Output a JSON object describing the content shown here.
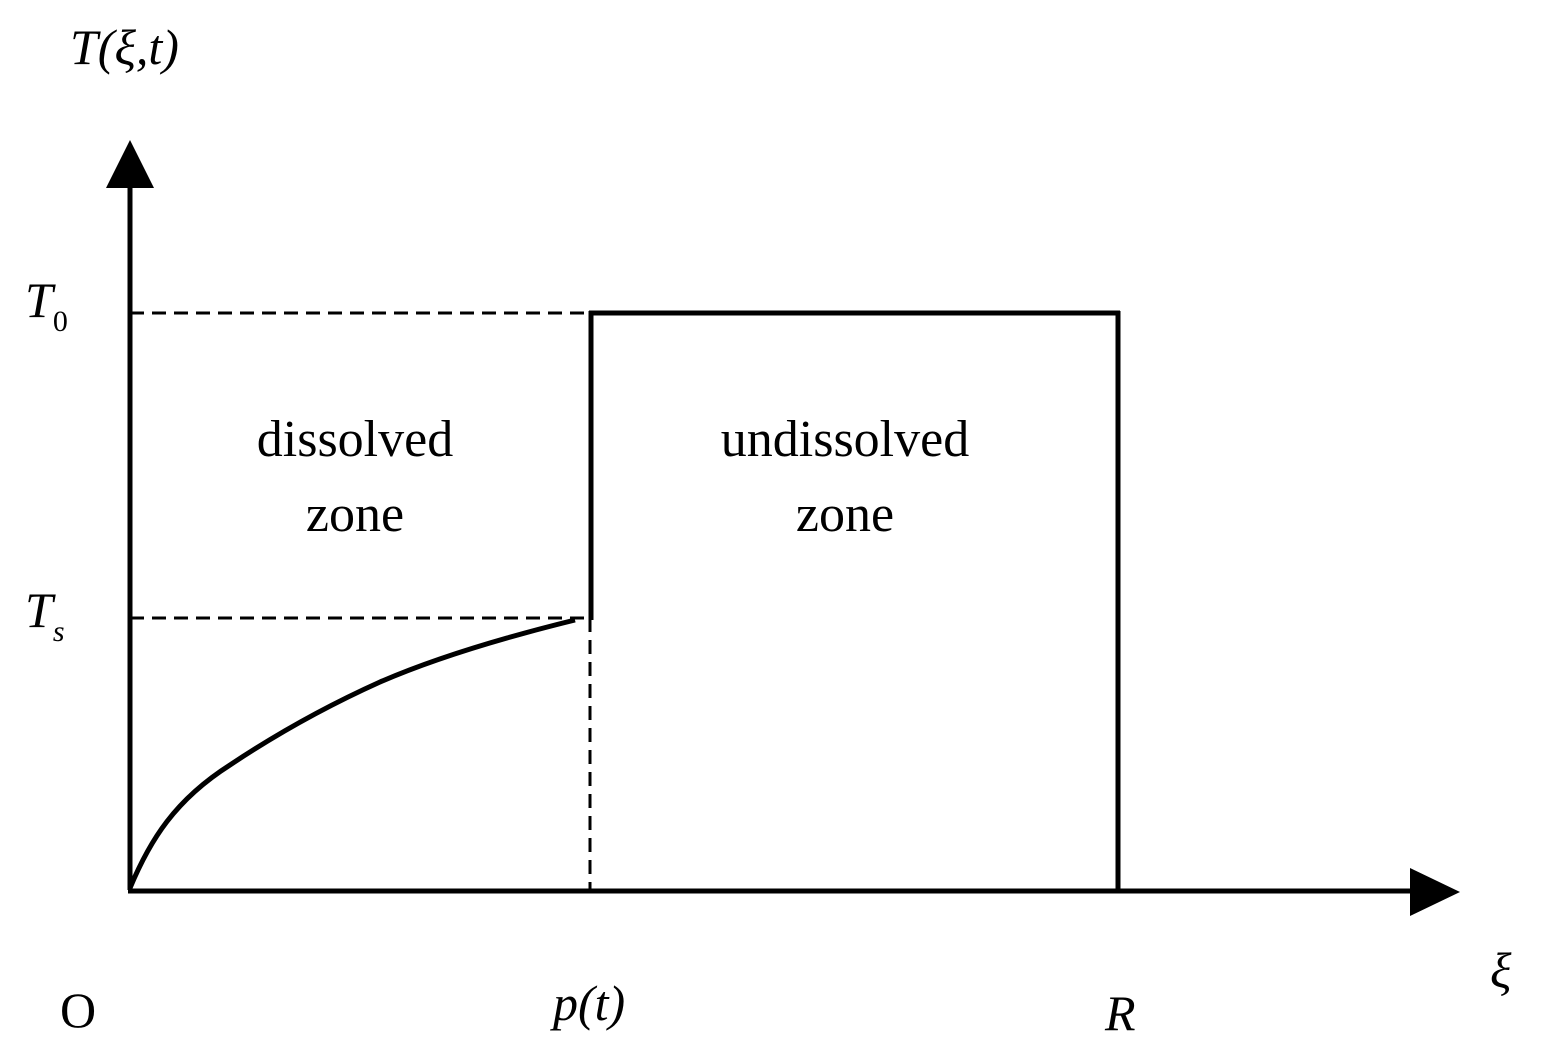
{
  "axes": {
    "y_label": "T(ξ,t)",
    "x_label": "ξ",
    "origin_label": "O"
  },
  "y_ticks": {
    "t0": {
      "main": "T",
      "sub": "0"
    },
    "ts": {
      "main": "T",
      "sub": "s"
    }
  },
  "x_ticks": {
    "p": "p(t)",
    "r": "R"
  },
  "zones": {
    "dissolved": {
      "line1": "dissolved",
      "line2": "zone"
    },
    "undissolved": {
      "line1": "undissolved",
      "line2": "zone"
    }
  }
}
